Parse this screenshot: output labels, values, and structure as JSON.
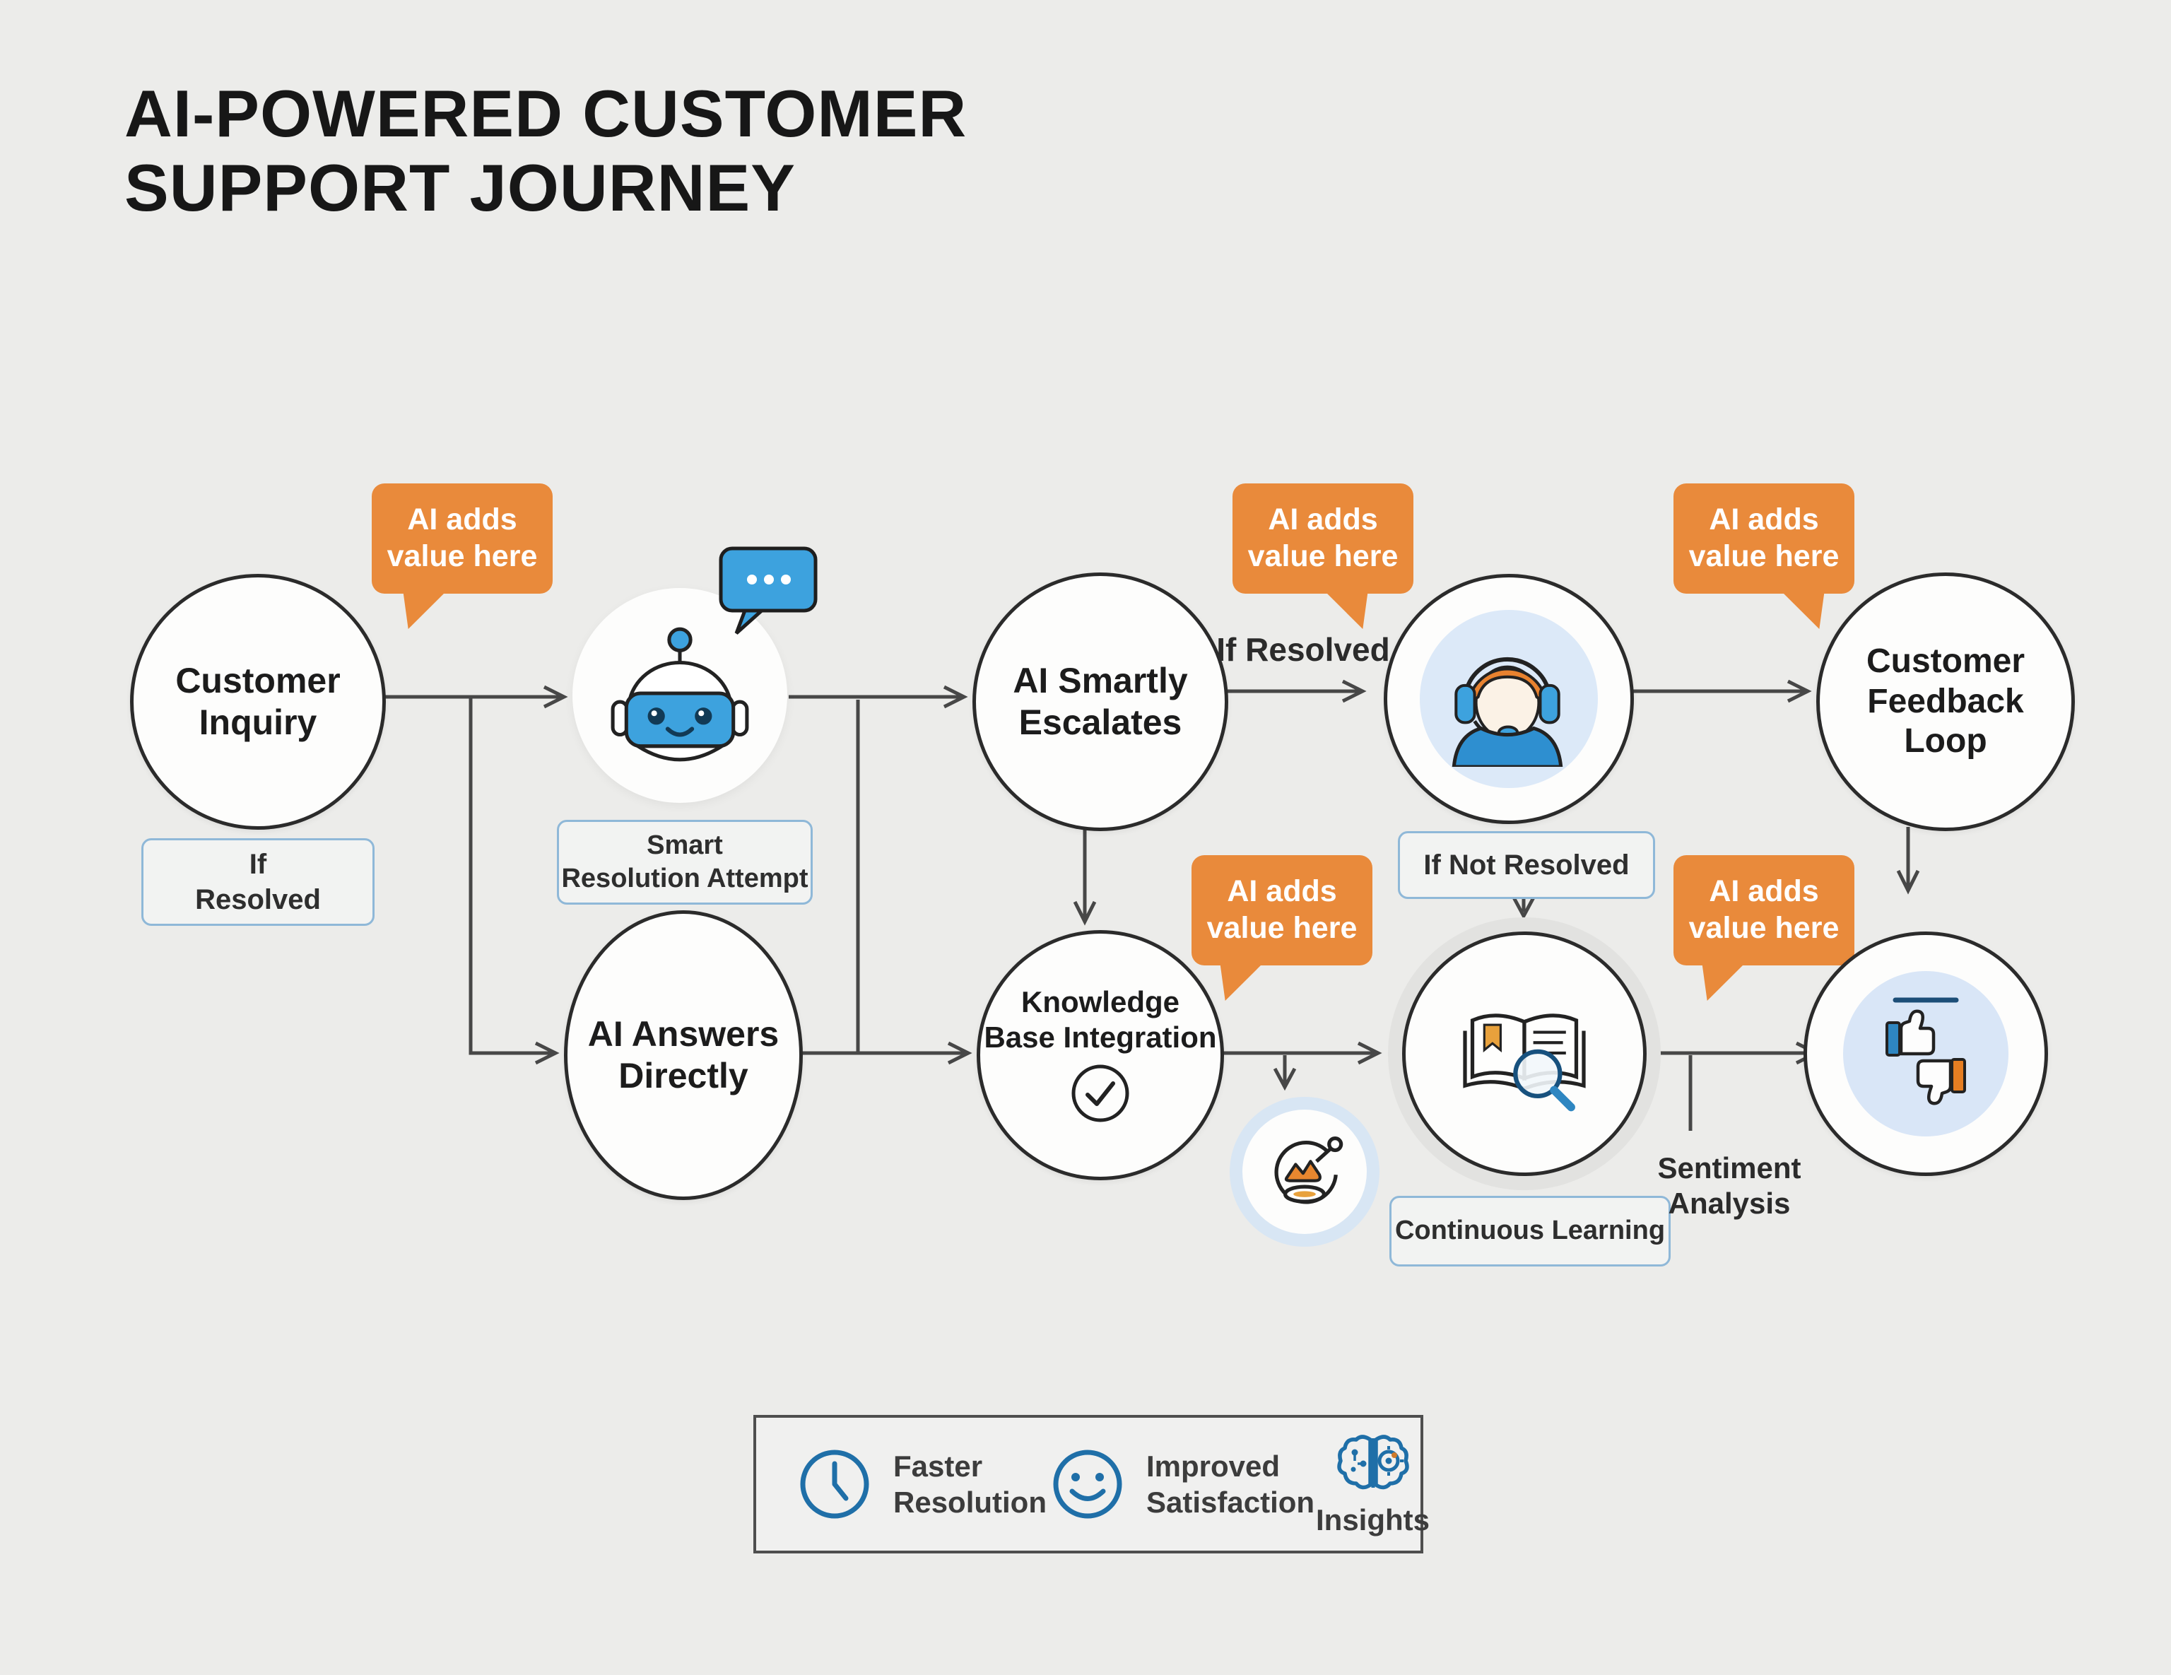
{
  "title": "AI-POWERED CUSTOMER SUPPORT JOURNEY",
  "callout_lines": [
    "AI adds",
    "value here"
  ],
  "nodes": {
    "customer_inquiry": {
      "label": "Customer Inquiry"
    },
    "smart_resolution": {
      "icon": "robot-icon",
      "caption_lines": [
        "Smart",
        "Resolution Attempt"
      ]
    },
    "ai_smartly_escalates": {
      "label": "AI Smartly Escalates"
    },
    "human_agent": {
      "icon": "support-agent-icon",
      "caption": "If Not Resolved"
    },
    "customer_feedback_loop": {
      "label": "Customer Feedback Loop"
    },
    "ai_answers_directly": {
      "label": "AI Answers Directly"
    },
    "knowledge_base_integration": {
      "label_lines": [
        "Knowledge",
        "Base Integration"
      ],
      "icon": "checkmark-icon"
    },
    "analytics_snapshot": {
      "icon": "analytics-chart-icon"
    },
    "continuous_learning": {
      "icon": "book-search-icon",
      "caption": "Continuous Learning"
    },
    "feedback_rating": {
      "icon": "thumbs-up-down-icon"
    }
  },
  "edge_labels": {
    "if_resolved_lines": [
      "If",
      "Resolved"
    ],
    "if_resolved_inline": "If Resolved",
    "sentiment_analysis_lines": [
      "Sentiment",
      "Analysis"
    ]
  },
  "legend": {
    "items": [
      {
        "icon": "clock-icon",
        "label": "Faster Resolution"
      },
      {
        "icon": "smiley-icon",
        "label": "Improved Satisfaction"
      },
      {
        "icon": "brain-icon",
        "label": "Insights"
      }
    ]
  },
  "colors": {
    "background": "#ECECEA",
    "accent_orange": "#E98A3B",
    "icon_blue": "#3DA2DE",
    "legend_blue": "#1F6FA8",
    "arrow": "#474747"
  }
}
